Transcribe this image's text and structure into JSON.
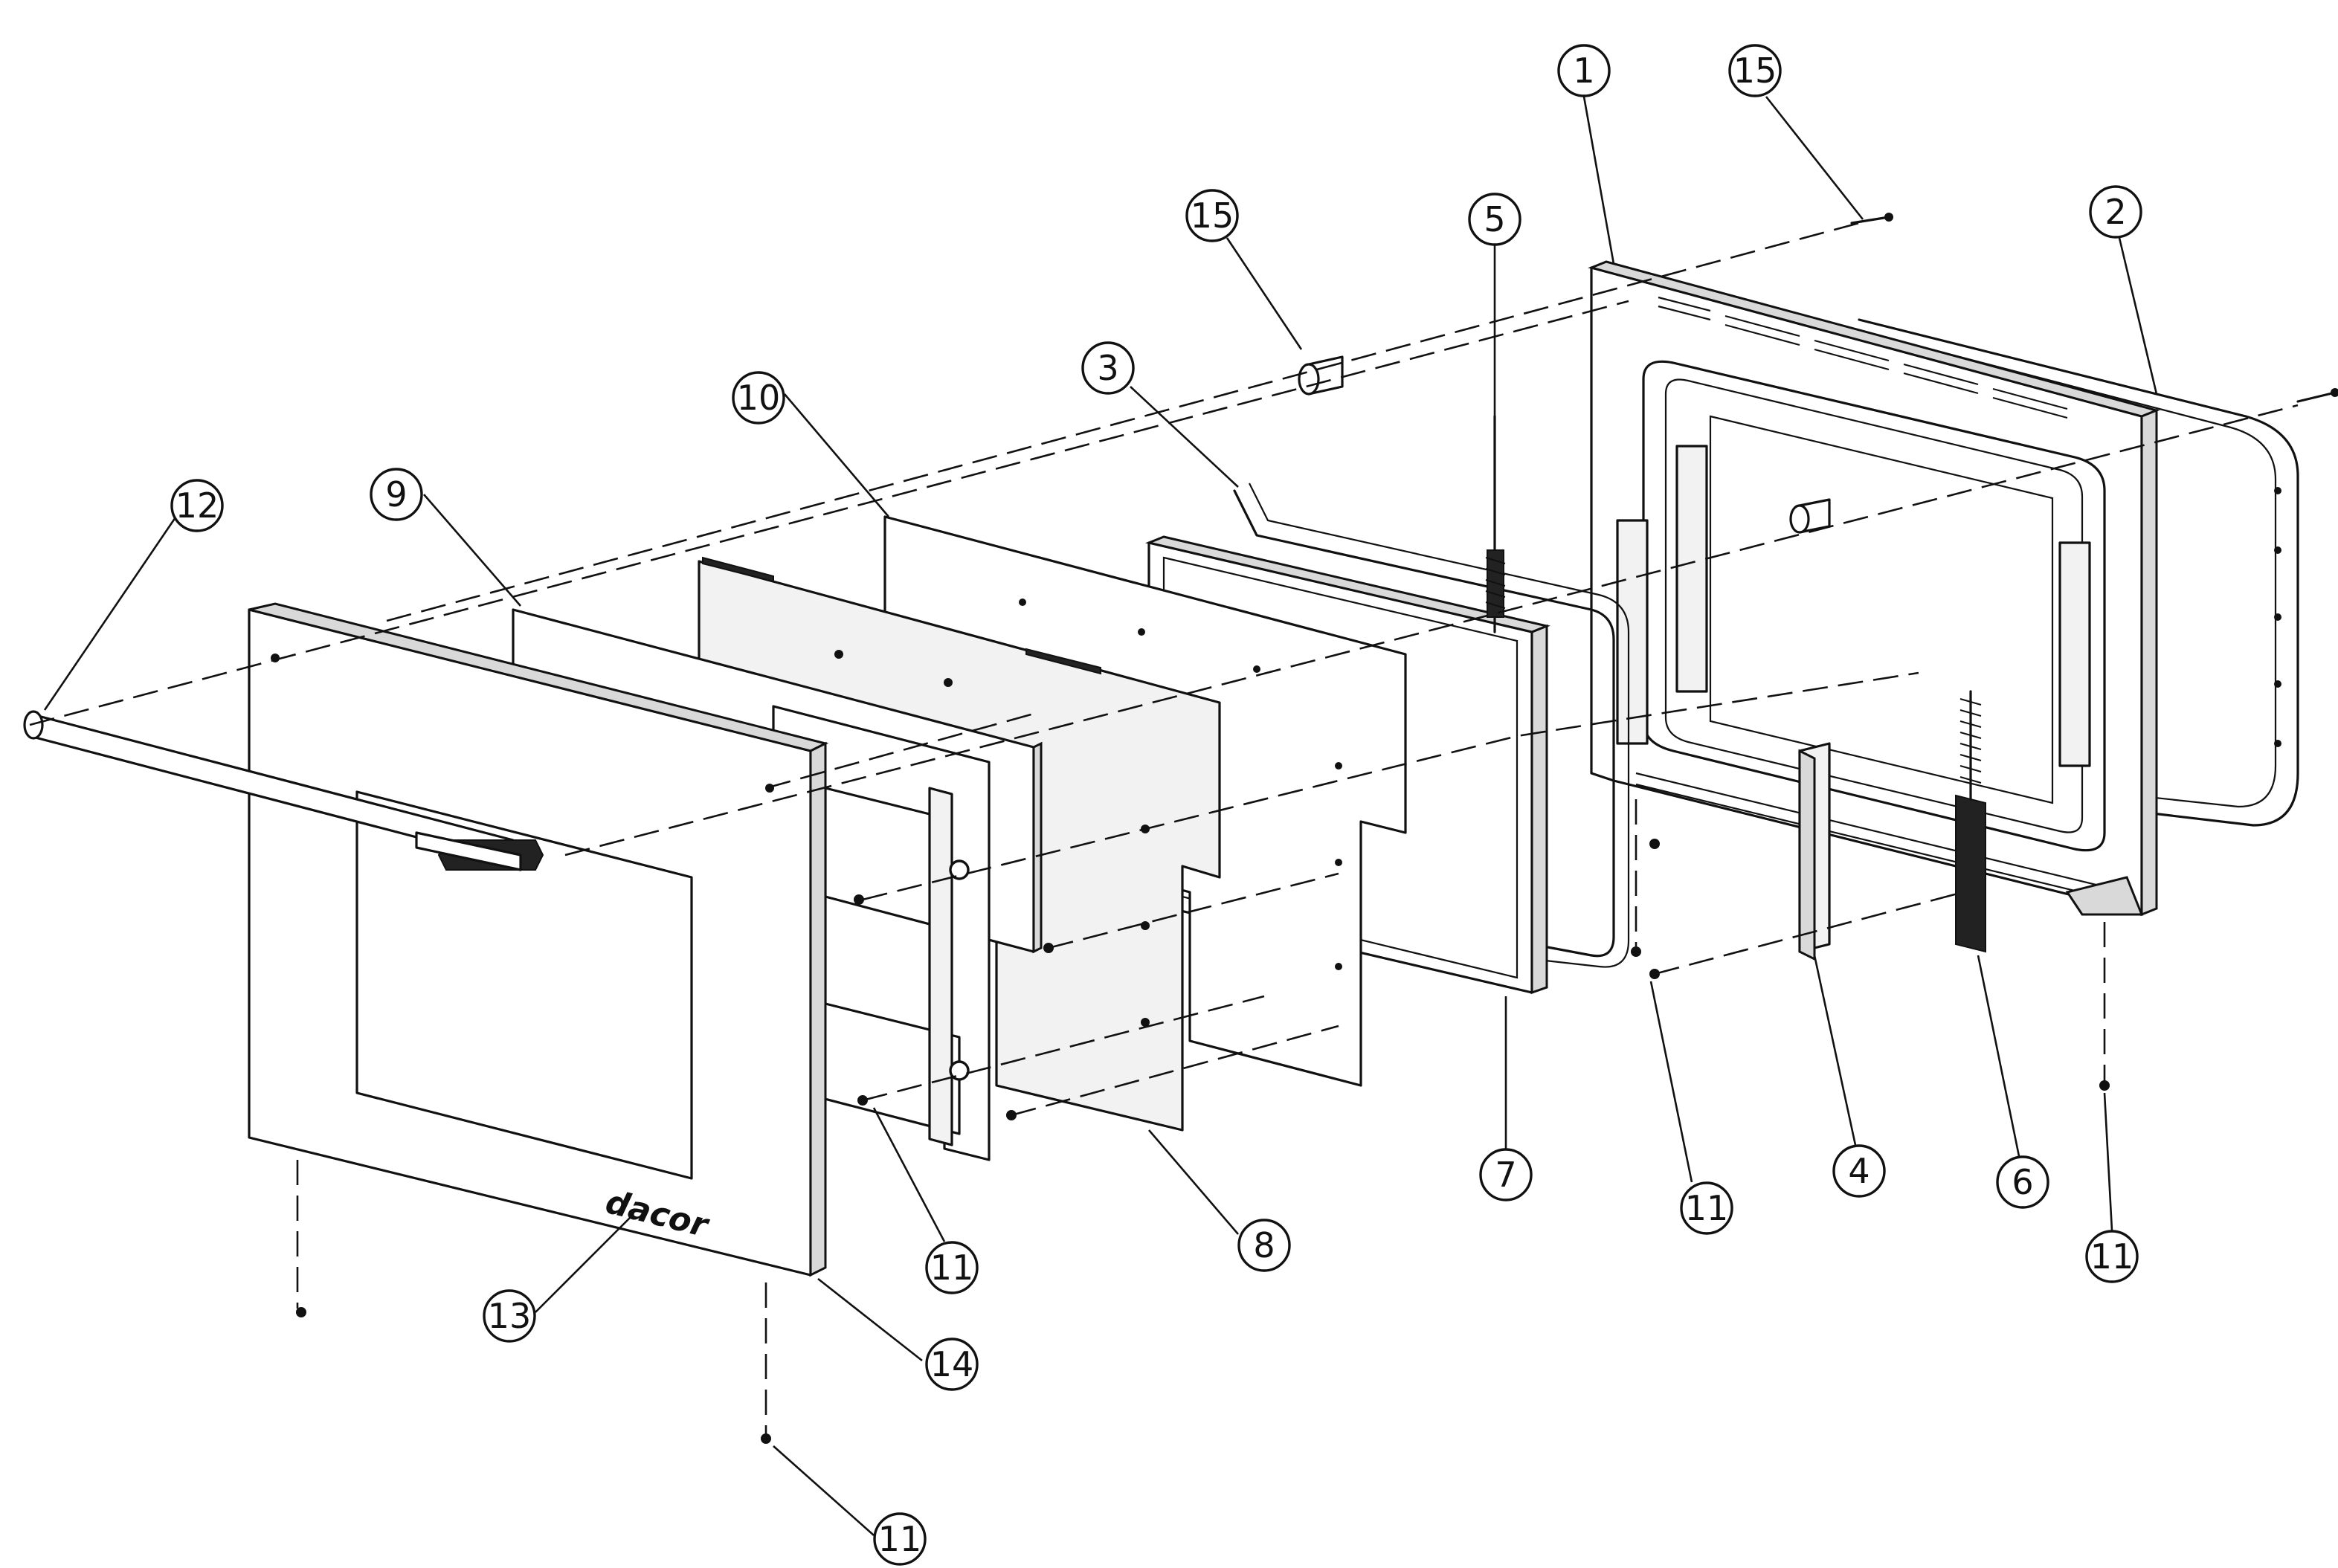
{
  "brand_mark": "dacor",
  "callouts": [
    {
      "id": "c1",
      "label": "1"
    },
    {
      "id": "c15a",
      "label": "15"
    },
    {
      "id": "c15b",
      "label": "15"
    },
    {
      "id": "c2",
      "label": "2"
    },
    {
      "id": "c5",
      "label": "5"
    },
    {
      "id": "c3",
      "label": "3"
    },
    {
      "id": "c10",
      "label": "10"
    },
    {
      "id": "c9",
      "label": "9"
    },
    {
      "id": "c12",
      "label": "12"
    },
    {
      "id": "c7",
      "label": "7"
    },
    {
      "id": "c11a",
      "label": "11"
    },
    {
      "id": "c4",
      "label": "4"
    },
    {
      "id": "c6",
      "label": "6"
    },
    {
      "id": "c11b",
      "label": "11"
    },
    {
      "id": "c8",
      "label": "8"
    },
    {
      "id": "c11c",
      "label": "11"
    },
    {
      "id": "c13",
      "label": "13"
    },
    {
      "id": "c14",
      "label": "14"
    },
    {
      "id": "c11d",
      "label": "11"
    }
  ]
}
